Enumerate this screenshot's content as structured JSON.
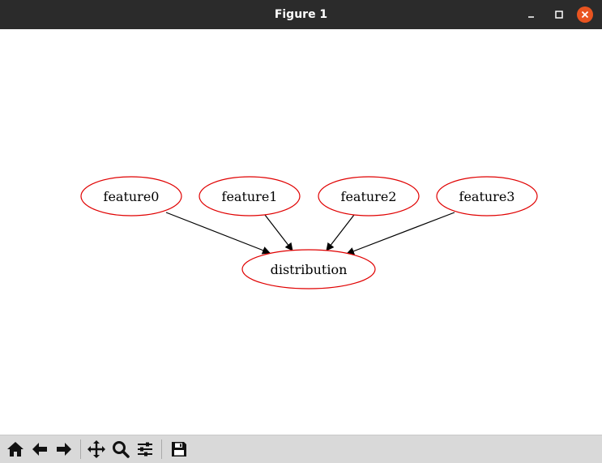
{
  "window": {
    "title": "Figure 1"
  },
  "graph": {
    "nodes": [
      {
        "id": "feature0",
        "label": "feature0"
      },
      {
        "id": "feature1",
        "label": "feature1"
      },
      {
        "id": "feature2",
        "label": "feature2"
      },
      {
        "id": "feature3",
        "label": "feature3"
      },
      {
        "id": "distribution",
        "label": "distribution"
      }
    ],
    "edges": [
      {
        "from": "feature0",
        "to": "distribution"
      },
      {
        "from": "feature1",
        "to": "distribution"
      },
      {
        "from": "feature2",
        "to": "distribution"
      },
      {
        "from": "feature3",
        "to": "distribution"
      }
    ],
    "colors": {
      "node_outline": "#e00000",
      "edge": "#000000"
    }
  },
  "toolbar": {
    "buttons": [
      {
        "icon": "home-icon"
      },
      {
        "icon": "back-arrow-icon"
      },
      {
        "icon": "forward-arrow-icon"
      },
      {
        "icon": "pan-icon"
      },
      {
        "icon": "zoom-icon"
      },
      {
        "icon": "configure-subplots-icon"
      },
      {
        "icon": "save-icon"
      }
    ],
    "colors": {
      "background": "#d9d9d9"
    }
  }
}
